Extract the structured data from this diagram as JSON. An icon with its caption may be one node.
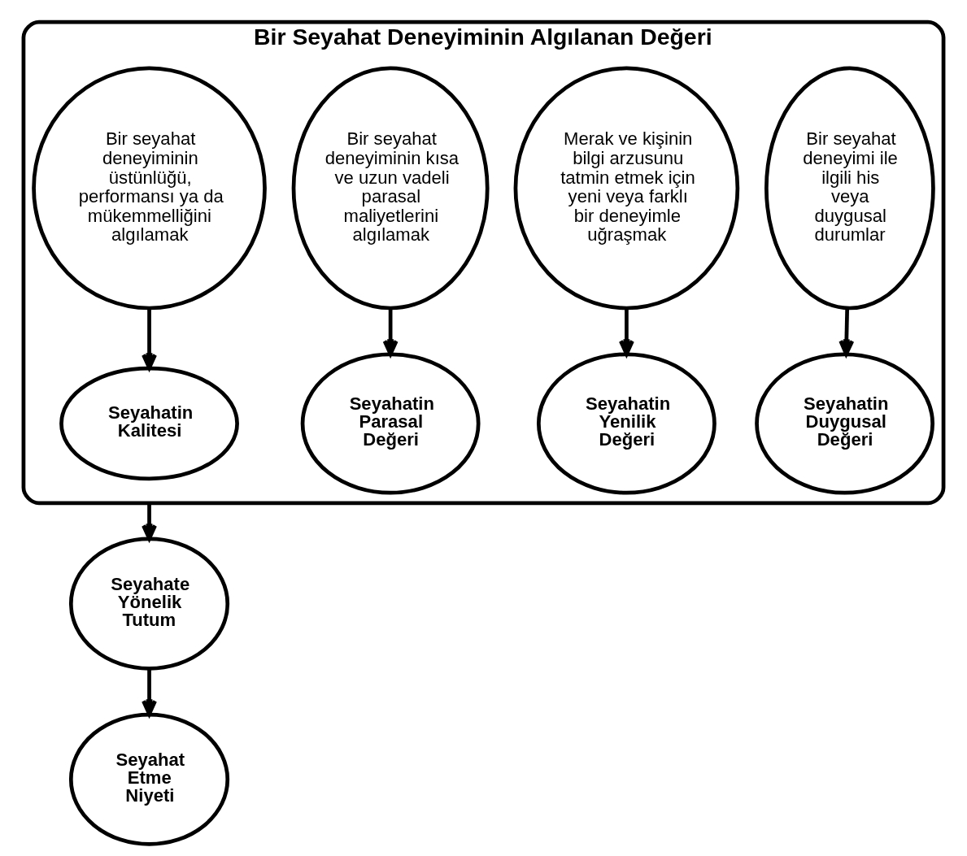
{
  "diagram": {
    "nodes": [
      {
        "text": [
          "Bir Seyahat Deneyiminin Algılanan Değeri"
        ]
      },
      {
        "text": [
          "Bir seyahat deneyimi ile ilgili his veya duygusal durumlar"
        ],
        "in": 0
      },
      {
        "text": [
          "Merak ve kişinin bilgi arzusunu tatmin etmek için yeni veya farklı bir deneyimle uğraşmak"
        ],
        "in": 0
      },
      {
        "text": [
          "Bir seyahat deneyiminin kısa ve uzun vadeli parasal maliyetlerini algılamak"
        ],
        "in": 0
      },
      {
        "text": [
          "Bir seyahat deneyiminin üstünlüğü, performansı ya da mükemmelliğini algılamak"
        ],
        "in": 0
      },
      {
        "text": [
          "Seyahatin Duygusal Değeri"
        ],
        "in": 0
      },
      {
        "text": [
          "Seyahatin Yenilik Değeri"
        ],
        "in": 0
      },
      {
        "text": [
          "Seyahatin Parasal Değeri"
        ],
        "in": 0
      },
      {
        "text": [
          "Seyahatin Kalitesi"
        ],
        "in": 0
      },
      {
        "text": [
          "Seyahate Yönelik Tutum"
        ]
      },
      {
        "text": [
          "Seyahat Etme Niyeti"
        ]
      }
    ],
    "edges": [
      {
        "from": 1,
        "to": 5,
        "arrow": "to"
      },
      {
        "from": 2,
        "to": 6,
        "arrow": "to"
      },
      {
        "from": 3,
        "to": 7,
        "arrow": "to"
      },
      {
        "from": 4,
        "to": 8,
        "arrow": "to"
      },
      {
        "from": 0,
        "to": 9,
        "arrow": "to"
      },
      {
        "from": 9,
        "to": 10,
        "arrow": "to"
      }
    ]
  }
}
